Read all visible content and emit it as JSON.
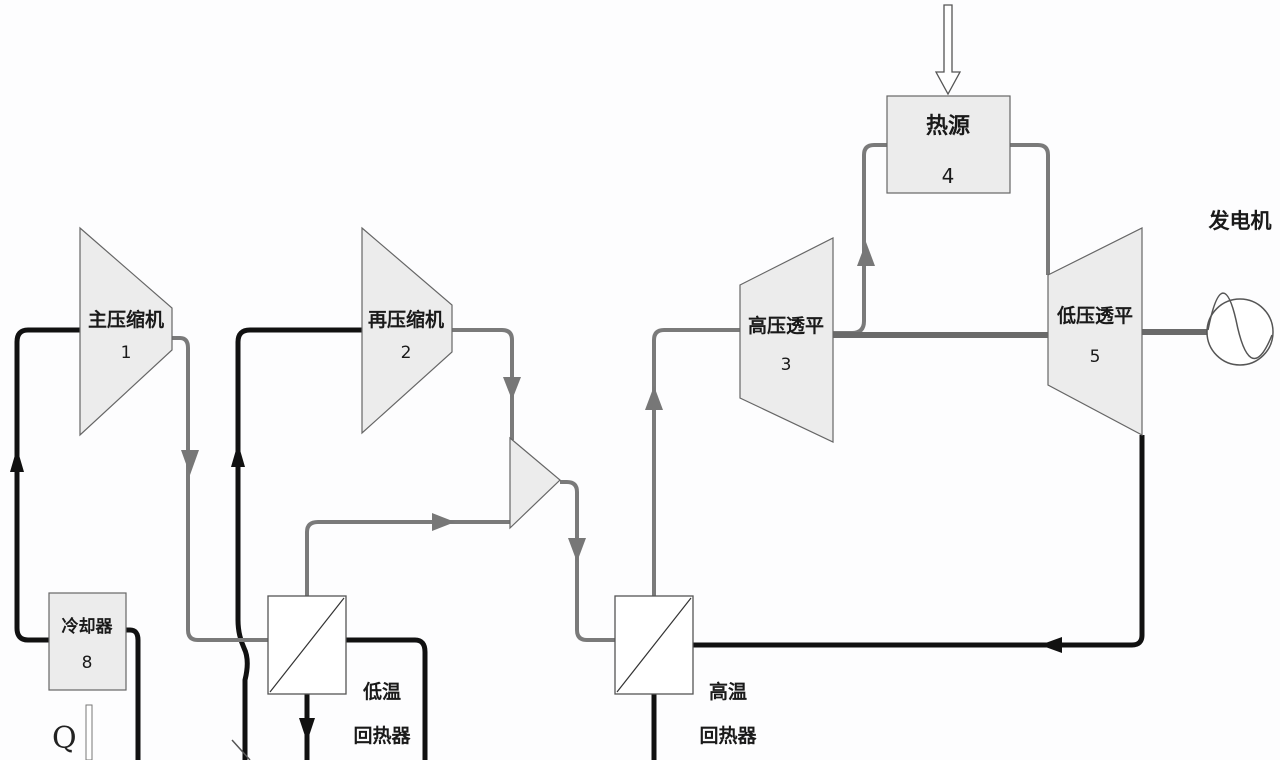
{
  "title": "再压缩布雷顿循环示意图",
  "components": {
    "main_compressor": {
      "name": "主压缩机",
      "number": "1"
    },
    "recompressor": {
      "name": "再压缩机",
      "number": "2"
    },
    "hp_turbine": {
      "name": "高压透平",
      "number": "3"
    },
    "heat_source": {
      "name": "热源",
      "number": "4"
    },
    "lp_turbine": {
      "name": "低压透平",
      "number": "5"
    },
    "cooler": {
      "name": "冷却器",
      "number": "8"
    },
    "lt_recuperator": {
      "line1": "低温",
      "line2": "回热器"
    },
    "ht_recuperator": {
      "line1": "高温",
      "line2": "回热器"
    },
    "generator": {
      "name": "发电机"
    },
    "heat_rejection": {
      "label": "Q"
    }
  },
  "colors": {
    "high_temp_stream": "#7a7a7a",
    "low_temp_stream": "#111111",
    "component_fill": "#ececec"
  }
}
